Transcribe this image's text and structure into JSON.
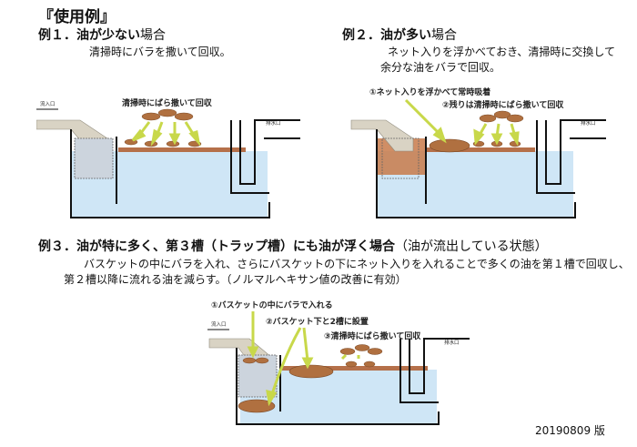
{
  "title": "『使用例』",
  "example1": {
    "heading_prefix": "例１．",
    "heading_bold": "油が少ない",
    "heading_rest": "場合",
    "description": "清掃時にバラを撒いて回収。",
    "diagram": {
      "inlet_label": "流入口",
      "outlet_label": "排水口",
      "annotation": "清掃時にばら撒いて回収"
    }
  },
  "example2": {
    "heading_prefix": "例２．",
    "heading_bold": "油が多い",
    "heading_rest": "場合",
    "description_lines": [
      "ネット入りを浮かべておき、清掃時に交換して",
      "余分な油をバラで回収。"
    ],
    "diagram": {
      "outlet_label": "排水口",
      "annotation_1": "①ネット入りを浮かべて常時吸着",
      "annotation_2": "②残りは清掃時にばら撒いて回収"
    }
  },
  "example3": {
    "heading": "例３．油が特に多く、第３槽（トラップ槽）にも油が浮く場合",
    "heading_note": "（油が流出している状態）",
    "description_lines": [
      "バスケットの中にバラを入れ、さらにバスケットの下にネット入りを入れることで多くの油を第１槽で回収し、",
      "第２槽以降に流れる油を減らす。（ノルマルヘキサン値の改善に有効）"
    ],
    "diagram": {
      "inlet_label": "流入口",
      "outlet_label": "排水口",
      "annotation_1": "①バスケットの中にバラで入れる",
      "annotation_2": "②バスケット下と2槽に設置",
      "annotation_3": "③清掃時にばら撒いて回収"
    }
  },
  "version": "20190809 版",
  "colors": {
    "water": "#cfe6f6",
    "oil_layer": "#b5704a",
    "oil_pad": "#b07040",
    "arrow": "#c8d84a",
    "wall": "#111111",
    "pipe": "#d9d3c4"
  }
}
